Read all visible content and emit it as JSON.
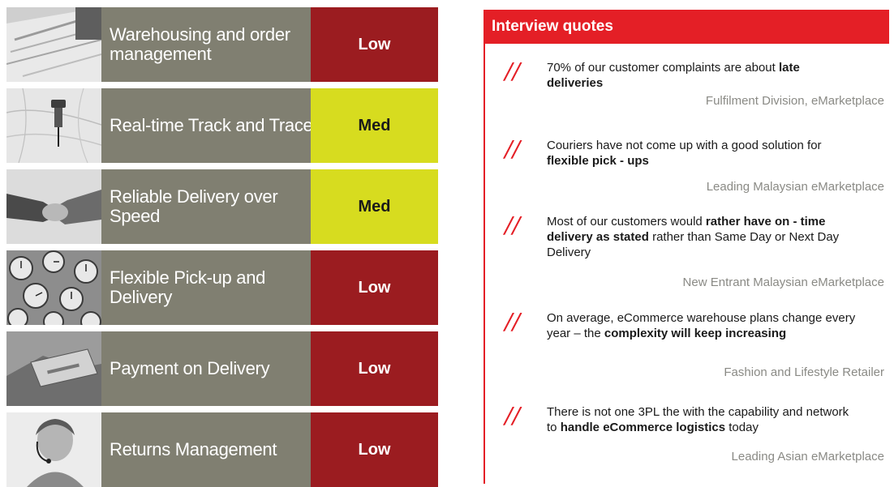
{
  "capabilities": [
    {
      "label": "Warehousing and order management",
      "rating": "Low",
      "level": "low",
      "icon": "chart-paper-image"
    },
    {
      "label": "Real-time Track and Trace",
      "rating": "Med",
      "level": "med",
      "icon": "map-pin-image"
    },
    {
      "label": "Reliable Delivery over Speed",
      "rating": "Med",
      "level": "med",
      "icon": "handshake-image"
    },
    {
      "label": "Flexible Pick-up and Delivery",
      "rating": "Low",
      "level": "low",
      "icon": "clocks-image"
    },
    {
      "label": "Payment on Delivery",
      "rating": "Low",
      "level": "low",
      "icon": "credit-card-image"
    },
    {
      "label": "Returns Management",
      "rating": "Low",
      "level": "low",
      "icon": "call-center-agent-image"
    }
  ],
  "quotes_panel": {
    "title": "Interview quotes",
    "quotes": [
      {
        "parts": [
          {
            "t": "70% of our customer complaints are about "
          },
          {
            "t": "late deliveries",
            "b": true
          }
        ],
        "source": "Fulfilment Division, eMarketplace"
      },
      {
        "parts": [
          {
            "t": "Couriers have not come up with a good solution for "
          },
          {
            "t": "flexible pick - ups",
            "b": true
          }
        ],
        "source": "Leading Malaysian eMarketplace"
      },
      {
        "parts": [
          {
            "t": "Most of our customers would "
          },
          {
            "t": "rather have on - time delivery as stated",
            "b": true
          },
          {
            "t": " rather than Same Day or Next Day Delivery"
          }
        ],
        "source": "New Entrant Malaysian eMarketplace"
      },
      {
        "parts": [
          {
            "t": "On average, eCommerce warehouse plans change every year – the "
          },
          {
            "t": "complexity will keep increasing",
            "b": true
          }
        ],
        "source": "Fashion and Lifestyle Retailer"
      },
      {
        "parts": [
          {
            "t": "There is not one 3PL the with the capability and network to "
          },
          {
            "t": "handle eCommerce logistics",
            "b": true
          },
          {
            "t": " today"
          }
        ],
        "source": "Leading Asian eMarketplace"
      }
    ]
  },
  "colors": {
    "label_bg": "#807f71",
    "low": "#9b1c20",
    "med": "#d7dc1f",
    "accent": "#e41f26"
  }
}
